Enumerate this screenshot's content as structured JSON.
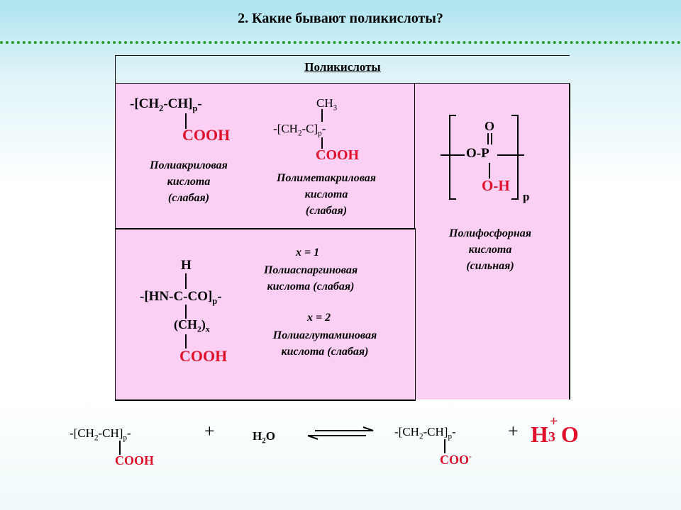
{
  "page": {
    "title": "2. Какие бывают поликислоты?"
  },
  "table": {
    "header": "Поликислоты ",
    "polyacrylic": {
      "formula_main": "-[CH",
      "formula_sub": "2",
      "formula_rest": "-CH]",
      "formula_p": "p",
      "formula_tail": "-",
      "group": "COOH",
      "caption": [
        "Полиакриловая",
        "кислота",
        "(слабая)"
      ]
    },
    "polymethacrylic": {
      "top": "CH",
      "top_sub": "3",
      "formula_main": "-[CH",
      "formula_sub": "2",
      "formula_rest": "-C]",
      "formula_p": "p",
      "formula_tail": "-",
      "group": "COOH",
      "caption": [
        "Полиметакриловая",
        "кислота",
        "(слабая)"
      ]
    },
    "polyphosphoric": {
      "o_top": "O",
      "chain": "O-P",
      "oh": "O-H",
      "p": "p",
      "caption": [
        "Полифосфорная",
        "кислота",
        "(сильная)"
      ]
    },
    "polyamino": {
      "h": "H",
      "formula_main": "-[HN-C-CO]",
      "formula_p": "p",
      "formula_tail": "-",
      "ch2_main": "(CH",
      "ch2_sub": "2",
      "ch2_close": ")",
      "ch2_x": "x",
      "group": "COOH",
      "x1_label": "x = 1",
      "x1_caption": [
        "Полиаспаргиновая",
        "кислота (слабая)"
      ],
      "x2_label": "x = 2",
      "x2_caption": [
        "Полиаглутаминовая",
        "кислота (слабая)"
      ]
    }
  },
  "equation": {
    "left_main": "-[CH",
    "left_sub": "2",
    "left_rest": "-CH]",
    "left_p": "p",
    "left_tail": "-",
    "left_group": "COOH",
    "plus1": "+",
    "water_h": "H",
    "water_sub": "2",
    "water_o": "O",
    "right_main": "-[CH",
    "right_sub": "2",
    "right_rest": "-CH]",
    "right_p": "p",
    "right_tail": "-",
    "right_group": "COO",
    "right_group_charge": "-",
    "plus2": "+",
    "hydronium_h": "H",
    "hydronium_sub": "3",
    "hydronium_sup": "+",
    "hydronium_o": "O"
  },
  "colors": {
    "accent_red": "#e0102a",
    "cell_pink": "#fbd0f4",
    "dots_green": "#2e9b2e"
  }
}
